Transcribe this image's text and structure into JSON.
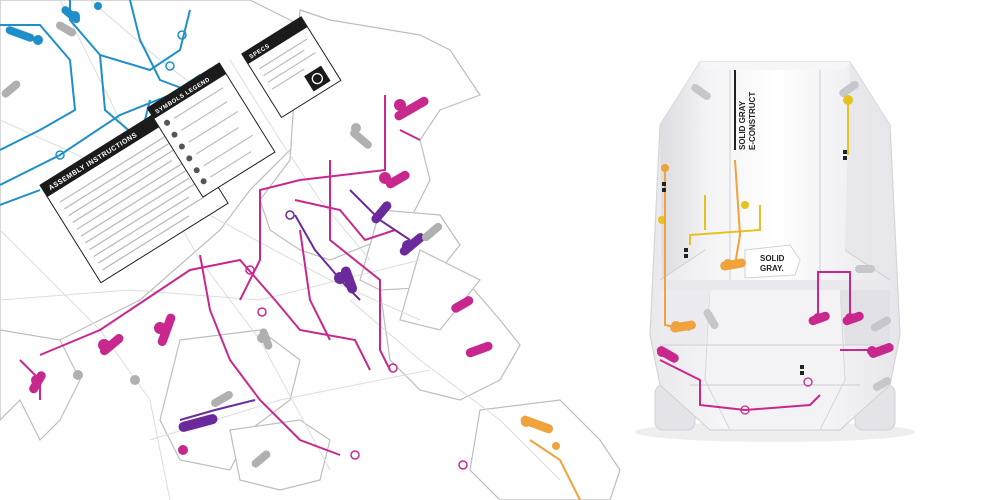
{
  "sheet": {
    "instructions_panel": {
      "title": "ASSEMBLY INSTRUCTIONS"
    },
    "symbols_panel": {
      "title": "SYMBOLS LEGEND"
    },
    "specs_panel": {
      "title": "SPECS"
    }
  },
  "product": {
    "label_line1": "SOLID GRAY",
    "label_line2": "E-CONSTRUCT",
    "logo_line1": "SOLID",
    "logo_line2": "GRAY."
  },
  "colors": {
    "blue": "#1e8fc9",
    "magenta": "#c8288e",
    "purple": "#6b2a9b",
    "yellow": "#e6c21e",
    "orange": "#f0a23c",
    "gray_line": "#dcdcdc",
    "dark_gray": "#9a9a9a"
  }
}
